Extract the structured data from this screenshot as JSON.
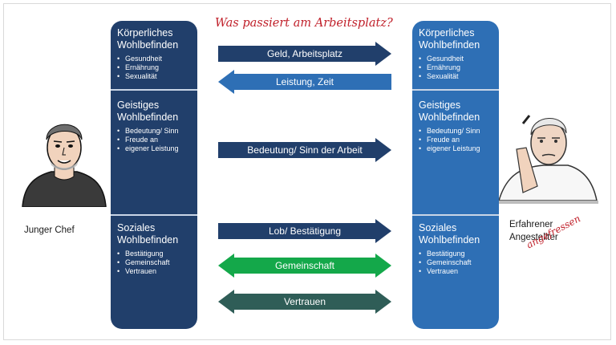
{
  "title": "Was passiert am Arbeitsplatz?",
  "left_person": {
    "label": "Junger Chef"
  },
  "right_person": {
    "label_line1": "Erfahrener",
    "label_line2": "Angestellter",
    "annotation": "angefressen"
  },
  "panels": {
    "left": {
      "color": "#213f6b",
      "sections": [
        {
          "title_line1": "Körperliches",
          "title_line2": "Wohlbefinden",
          "items": [
            "Gesundheit",
            "Ernährung",
            "Sexualität"
          ]
        },
        {
          "title_line1": "Geistiges",
          "title_line2": "Wohlbefinden",
          "items": [
            "Bedeutung/ Sinn",
            "Freude an",
            "eigener Leistung"
          ]
        },
        {
          "title_line1": "Soziales",
          "title_line2": "Wohlbefinden",
          "items": [
            "Bestätigung",
            "Gemeinschaft",
            "Vertrauen"
          ]
        }
      ]
    },
    "right": {
      "color": "#2e6fb5",
      "sections": [
        {
          "title_line1": "Körperliches",
          "title_line2": "Wohlbefinden",
          "items": [
            "Gesundheit",
            "Ernährung",
            "Sexualität"
          ]
        },
        {
          "title_line1": "Geistiges",
          "title_line2": "Wohlbefinden",
          "items": [
            "Bedeutung/ Sinn",
            "Freude an",
            "eigener Leistung"
          ]
        },
        {
          "title_line1": "Soziales",
          "title_line2": "Wohlbefinden",
          "items": [
            "Bestätigung",
            "Gemeinschaft",
            "Vertrauen"
          ]
        }
      ]
    }
  },
  "arrows": [
    {
      "label": "Geld, Arbeitsplatz",
      "direction": "right",
      "color": "#213f6b"
    },
    {
      "label": "Leistung, Zeit",
      "direction": "left",
      "color": "#2e6fb5"
    },
    {
      "label": "Bedeutung/ Sinn der Arbeit",
      "direction": "right",
      "color": "#213f6b"
    },
    {
      "label": "Lob/ Bestätigung",
      "direction": "right",
      "color": "#213f6b"
    },
    {
      "label": "Gemeinschaft",
      "direction": "both",
      "color": "#14a84a"
    },
    {
      "label": "Vertrauen",
      "direction": "both",
      "color": "#2f5d57"
    }
  ]
}
